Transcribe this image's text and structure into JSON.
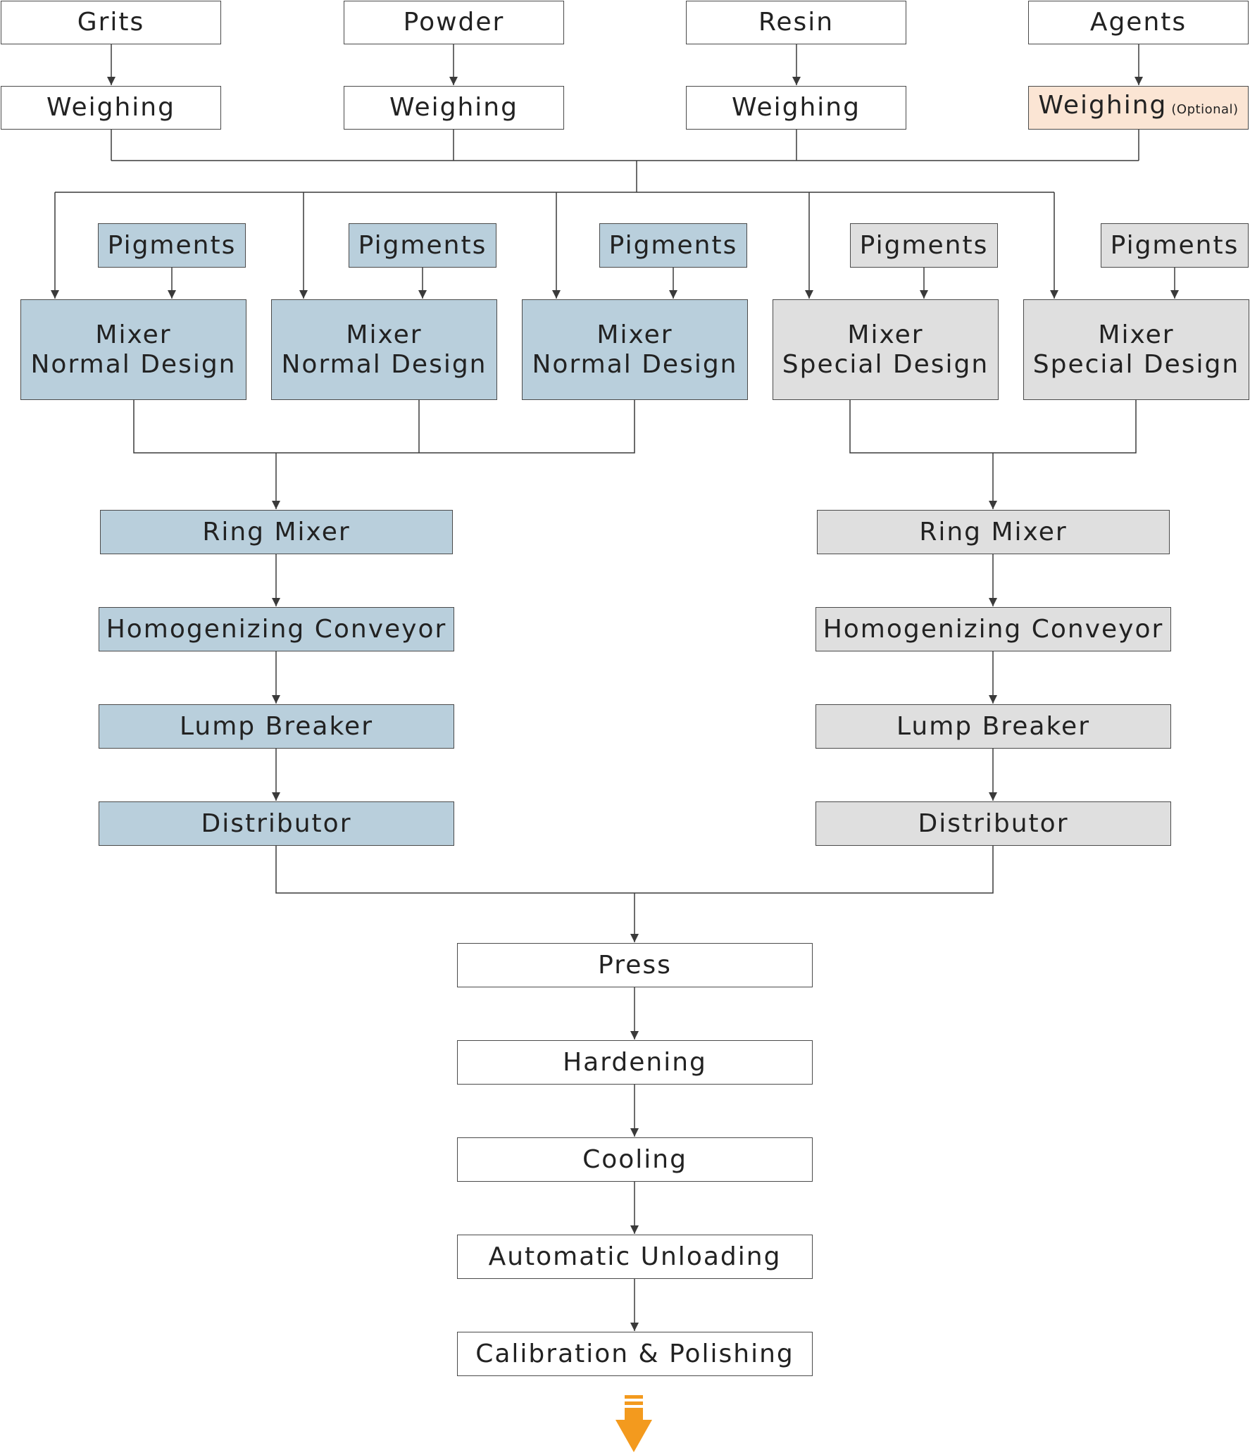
{
  "colors": {
    "line": "#3a3a3a",
    "white_fill": "#ffffff",
    "normal_fill": "#b9cfdc",
    "special_fill": "#dfdfdf",
    "optional_fill": "#fbe5d4",
    "output_arrow": "#f39a1e"
  },
  "inputs": [
    {
      "material": "Grits",
      "weighing": "Weighing"
    },
    {
      "material": "Powder",
      "weighing": "Weighing"
    },
    {
      "material": "Resin",
      "weighing": "Weighing"
    },
    {
      "material": "Agents",
      "weighing": "Weighing",
      "weighing_note": "(Optional)"
    }
  ],
  "mixers": [
    {
      "pigment": "Pigments",
      "line1": "Mixer",
      "line2": "Normal Design"
    },
    {
      "pigment": "Pigments",
      "line1": "Mixer",
      "line2": "Normal Design"
    },
    {
      "pigment": "Pigments",
      "line1": "Mixer",
      "line2": "Normal Design"
    },
    {
      "pigment": "Pigments",
      "line1": "Mixer",
      "line2": "Special Design"
    },
    {
      "pigment": "Pigments",
      "line1": "Mixer",
      "line2": "Special Design"
    }
  ],
  "normal_line": [
    "Ring Mixer",
    "Homogenizing Conveyor",
    "Lump Breaker",
    "Distributor"
  ],
  "special_line": [
    "Ring Mixer",
    "Homogenizing Conveyor",
    "Lump Breaker",
    "Distributor"
  ],
  "final_line": [
    "Press",
    "Hardening",
    "Cooling",
    "Automatic Unloading",
    "Calibration & Polishing"
  ],
  "output_icon": "down-arrow-icon"
}
